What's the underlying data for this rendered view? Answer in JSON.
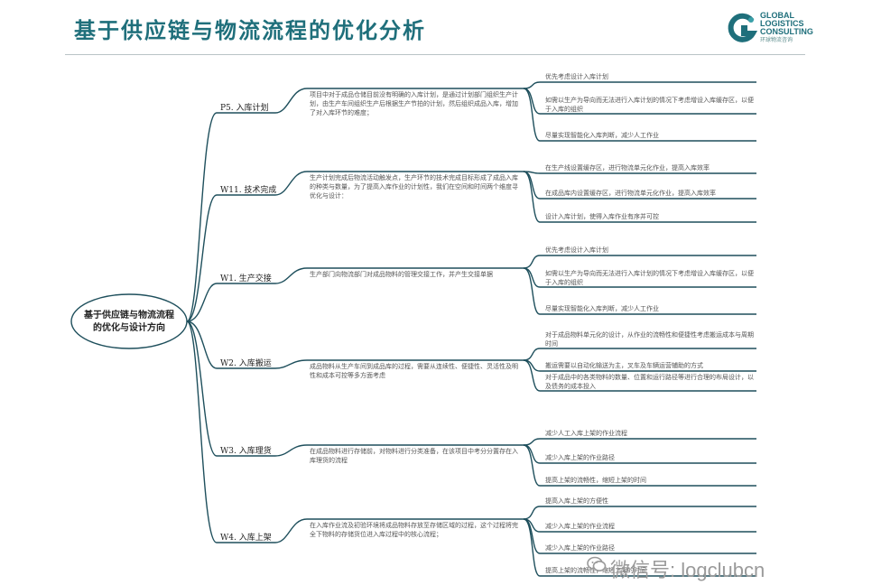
{
  "title": "基于供应链与物流流程的优化分析",
  "logo": {
    "lines": [
      "GLOBAL",
      "LOGISTICS",
      "CONSULTING"
    ],
    "sub": "环球物流咨询",
    "accent": "#1f6f7b",
    "accent2": "#3aa0a8"
  },
  "root": {
    "line1": "基于供应链与物流流程",
    "line2": "的优化与设计方向"
  },
  "branches": [
    {
      "label": "P5. 入库计划",
      "desc": "项目中对于成品仓储目前没有明确的入库计划，是通过计划部门组织生产计划，由生产车间组织生产后根据生产节拍的计划，然后组织成品入库，增加了对入库环节的难度；",
      "leaves": [
        "优先考虑设计入库计划",
        "如需以生产为导向而无法进行入库计划的情况下考虑增设入库缓存区，以便于入库的组织",
        "尽量实现智能化入库判断，减少人工作业"
      ]
    },
    {
      "label": "W11. 技术完成",
      "desc": "生产计划完成后物流活动触发点，生产环节的技术完成目标形成了成品入库的种类与数量，为了提高入库作业的计划性，我们在空间和时间两个维度寻优化与设计：",
      "leaves": [
        "在生产线设置缓存区，进行物流单元化作业，提高入库效率",
        "在成品库内设置缓存区，进行物流单元化作业，提高入库效率",
        "设计入库计划，使得入库作业有序并可控"
      ]
    },
    {
      "label": "W1. 生产交接",
      "desc": "生产部门向物流部门对成品物料的管理交接工作，并产生交接单据",
      "leaves": [
        "优先考虑设计入库计划",
        "如需以生产为导向而无法进行入库计划的情况下考虑增设入库缓存区，以便于入库的组织",
        "尽量实现智能化入库判断，减少人工作业"
      ]
    },
    {
      "label": "W2. 入库搬运",
      "desc": "成品物料从生产车间到成品库的过程，需要从连续性、便捷性、灵活性及明性和成本可控等多方面考虑",
      "leaves": [
        "对于成品物料单元化的设计，从作业的流畅性和便捷性考虑搬运成本与周期时间",
        "搬运需要以自动化输送为主，叉车及车辆运营辅助的方式",
        "对于成品中的各类物料的数量、位置和运行路径等进行合理的布局设计，以及债务的成本投入"
      ]
    },
    {
      "label": "W3. 入库理货",
      "desc": "在成品物料进行存储前，对物料进行分类准备，在该项目中考分分置存在入库理货的流程",
      "leaves": [
        "减少人工入库上架的作业流程",
        "减少入库上架的作业路径",
        "提高上架的流畅性，缩短上架的时间"
      ]
    },
    {
      "label": "W4. 入库上架",
      "desc": "在入库作业流及初验环境将成品物料存放至存储区域的过程，这个过程将完全下物料的存储货位进入库过程中的核心流程；",
      "leaves": [
        "提高入库上架的方便性",
        "减少入库上架的作业流程",
        "减少入库上架的作业路径",
        "提高上架的流畅性，缩短上架的时间"
      ]
    }
  ],
  "watermark": "微信号: logclubcn",
  "colors": {
    "line": "#1e4f5c",
    "title": "#1f6f7b"
  }
}
